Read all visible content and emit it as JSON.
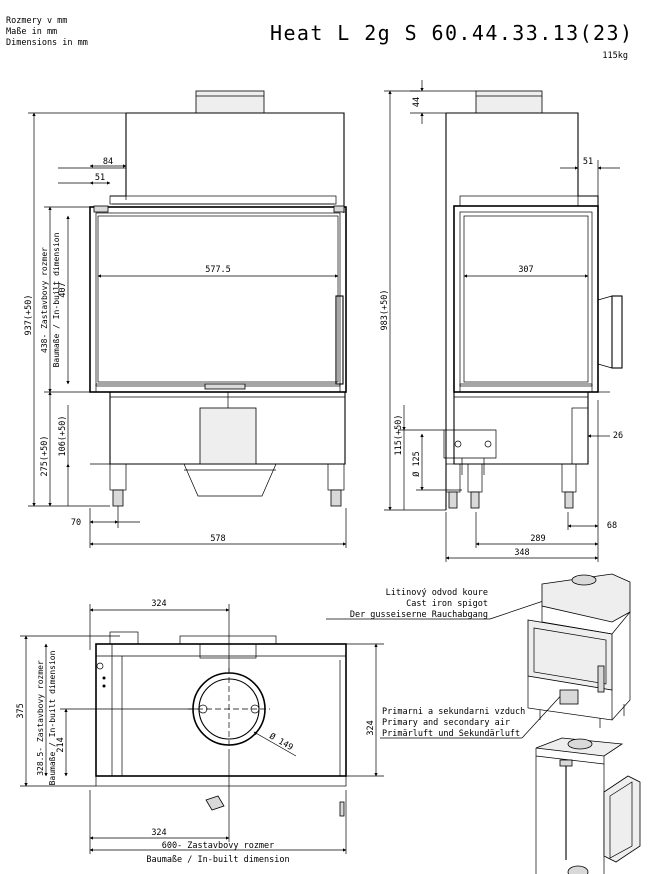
{
  "header": {
    "units_cz": "Rozmery v mm",
    "units_de": "Maße in mm",
    "units_en": "Dimensions in mm",
    "model": "Heat L 2g S 60.44.33.13(23)",
    "weight": "115kg"
  },
  "front_view": {
    "dims": {
      "d84": "84",
      "d51": "51",
      "d577": "577.5",
      "height_total": "937(+50)",
      "inbuilt_v": "438- Zastavbovy rozmer",
      "inbuilt_v2": "Baumaße / In-built dimension",
      "d407": "407",
      "d275": "275(+50)",
      "d106": "106(+50)",
      "d70": "70",
      "d578": "578"
    }
  },
  "side_view": {
    "dims": {
      "d44": "44",
      "d51": "51",
      "d307": "307",
      "height_total": "983(+50)",
      "d115": "115(+50)",
      "d125": "Ø 125",
      "d26": "26",
      "d289": "289",
      "d68": "68",
      "d348": "348"
    }
  },
  "top_view": {
    "dims": {
      "d324_top": "324",
      "d375": "375",
      "inbuilt_v": "328.5- Zastavbovy rozmer",
      "inbuilt_v2": "Baumaße / In-built dimension",
      "d214": "214",
      "d324_right": "324",
      "d149": "Ø 149",
      "d324_bottom": "324",
      "inbuilt_h": "600- Zastavbovy rozmer",
      "inbuilt_h2": "Baumaße / In-built dimension"
    }
  },
  "notes": {
    "spigot_cz": "Litinový odvod koure",
    "spigot_en": "Cast iron spigot",
    "spigot_de": "Der gusseiserne Rauchabgang",
    "air_cz": "Primarni a sekundarni vzduch",
    "air_en": "Primary and secondary air",
    "air_de": "Primärluft und Sekundärluft"
  }
}
